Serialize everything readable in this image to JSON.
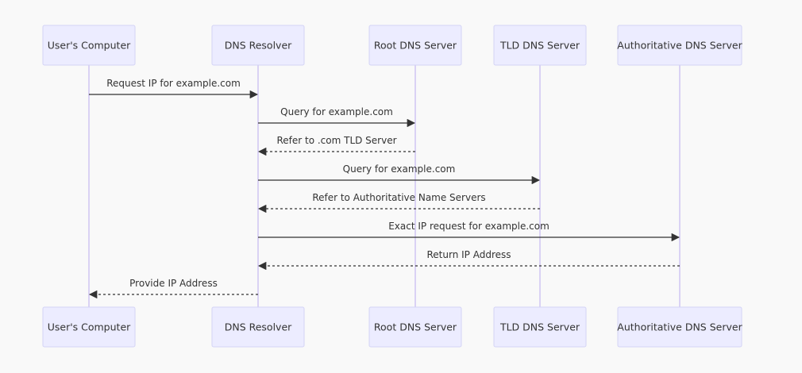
{
  "participants": [
    {
      "id": "user",
      "label": "User's Computer"
    },
    {
      "id": "resolver",
      "label": "DNS Resolver"
    },
    {
      "id": "root",
      "label": "Root DNS Server"
    },
    {
      "id": "tld",
      "label": "TLD DNS Server"
    },
    {
      "id": "auth",
      "label": "Authoritative DNS Server"
    }
  ],
  "messages": [
    {
      "from": "user",
      "to": "resolver",
      "label": "Request IP for example.com",
      "style": "solid"
    },
    {
      "from": "resolver",
      "to": "root",
      "label": "Query for example.com",
      "style": "solid"
    },
    {
      "from": "root",
      "to": "resolver",
      "label": "Refer to .com TLD Server",
      "style": "dashed"
    },
    {
      "from": "resolver",
      "to": "tld",
      "label": "Query for example.com",
      "style": "solid"
    },
    {
      "from": "tld",
      "to": "resolver",
      "label": "Refer to Authoritative Name Servers",
      "style": "dashed"
    },
    {
      "from": "resolver",
      "to": "auth",
      "label": "Exact IP request for example.com",
      "style": "solid"
    },
    {
      "from": "auth",
      "to": "resolver",
      "label": "Return IP Address",
      "style": "dashed"
    },
    {
      "from": "resolver",
      "to": "user",
      "label": "Provide IP Address",
      "style": "dashed"
    }
  ]
}
